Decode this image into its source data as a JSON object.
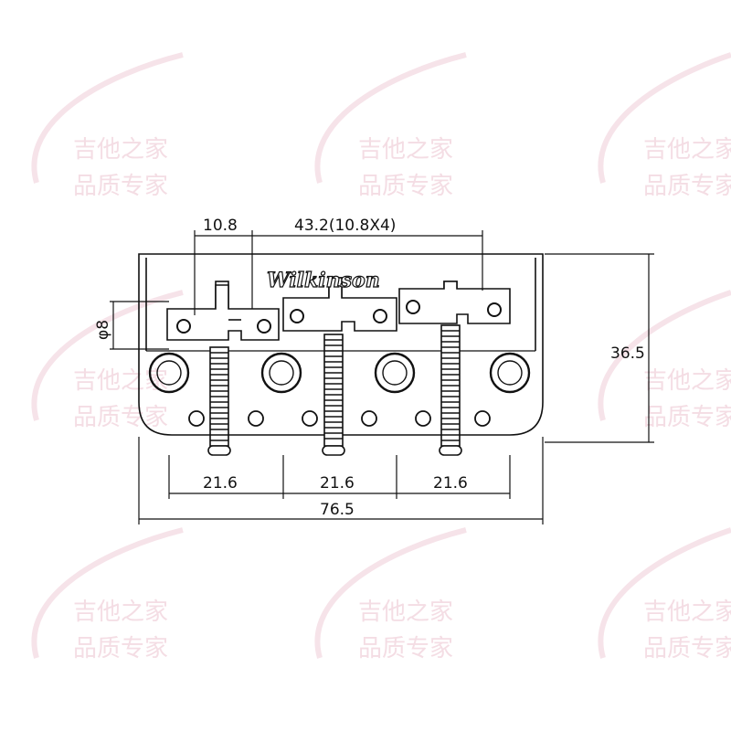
{
  "dimensions": {
    "saddle_spacing": "10.8",
    "total_spacing": "43.2(10.8X4)",
    "diameter": "φ8",
    "height": "36.5",
    "width_section_1": "21.6",
    "width_section_2": "21.6",
    "width_section_3": "21.6",
    "overall_width": "76.5"
  },
  "logo": {
    "text": "Wilkinson"
  },
  "watermark": {
    "line1": "吉他之家",
    "line2": "品质专家"
  },
  "colors": {
    "ink": "#111111",
    "watermark": "#f4dde4",
    "background": "#ffffff"
  }
}
